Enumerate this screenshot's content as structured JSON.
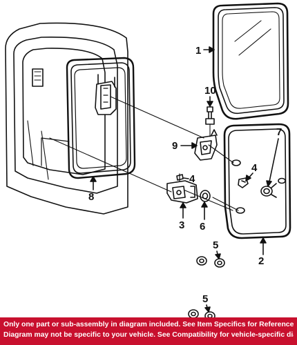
{
  "callouts": {
    "glass": "1",
    "panel": "2",
    "lower_hinge": "3",
    "clip_upper": "4",
    "clip_lower": "4",
    "bumper_upper": "5",
    "bumper_lower": "5",
    "bushing": "6",
    "stop": "7",
    "weatherstrip": "8",
    "upper_hinge": "9",
    "bolt": "10"
  },
  "disclaimer": {
    "line1": "Only one part or sub-assembly in diagram included. See Item Specifics for Reference #.",
    "line2": "Diagram may not be specific to your vehicle. See Compatibility for vehicle-specific diagrams."
  },
  "colors": {
    "ink": "#111111",
    "banner_background": "#c8102e",
    "banner_text": "#ffffff"
  }
}
